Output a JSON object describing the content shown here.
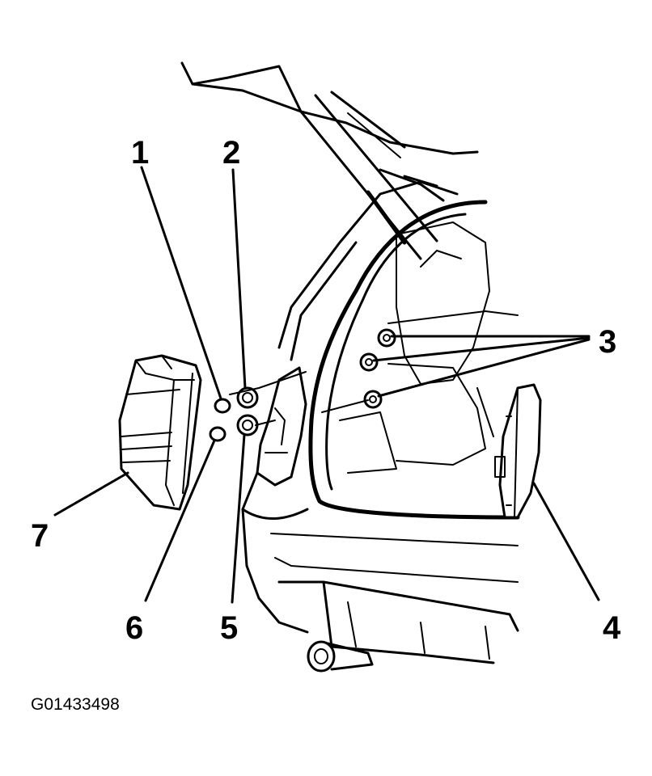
{
  "figure_id": "G01433498",
  "callouts": [
    "1",
    "2",
    "3",
    "4",
    "5",
    "6",
    "7"
  ]
}
